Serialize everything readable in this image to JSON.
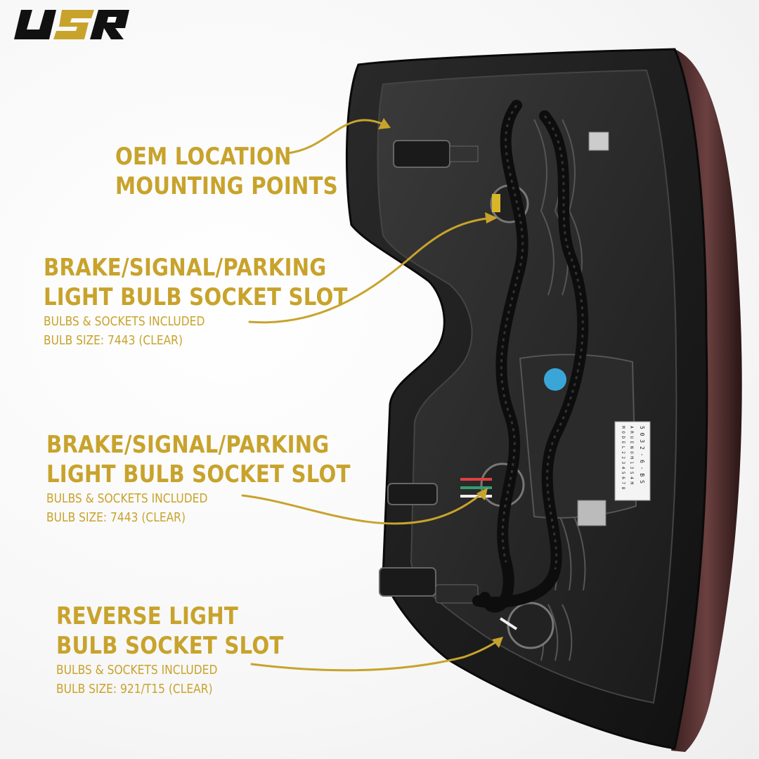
{
  "brand": {
    "logo_text": "USR",
    "accent_color": "#c8a32c"
  },
  "callouts": [
    {
      "heading_lines": [
        "OEM LOCATION",
        "MOUNTING POINTS"
      ],
      "details": []
    },
    {
      "heading_lines": [
        "BRAKE/SIGNAL/PARKING",
        "LIGHT BULB SOCKET SLOT"
      ],
      "details": [
        "BULBS & SOCKETS INCLUDED",
        "BULB SIZE: 7443 (CLEAR)"
      ]
    },
    {
      "heading_lines": [
        "BRAKE/SIGNAL/PARKING",
        "LIGHT BULB SOCKET SLOT"
      ],
      "details": [
        "BULBS & SOCKETS INCLUDED",
        "BULB SIZE: 7443 (CLEAR)"
      ]
    },
    {
      "heading_lines": [
        "REVERSE LIGHT",
        "BULB SOCKET SLOT"
      ],
      "details": [
        "BULBS & SOCKETS INCLUDED",
        "BULB SIZE: 921/T15 (CLEAR)"
      ]
    }
  ],
  "product_label": {
    "lines": [
      "5 0 3 2 - 6 - B S",
      "A R U E N O M 1 3 5 4 M",
      "M O D E L 2 2 3 4 5 6 7 8"
    ]
  }
}
